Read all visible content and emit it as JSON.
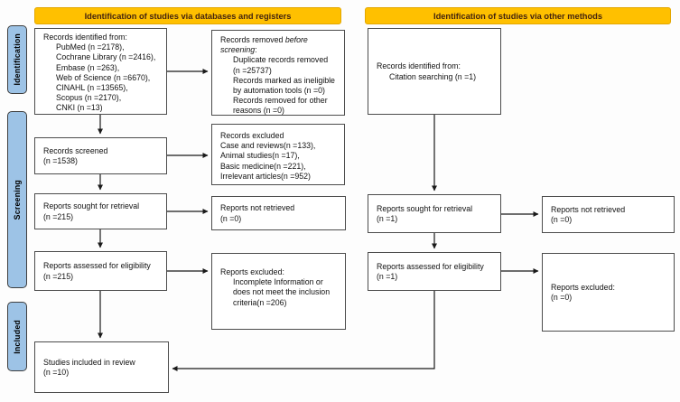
{
  "banners": {
    "left": "Identification of studies via databases and registers",
    "right": "Identification of studies via other methods"
  },
  "sidebar": {
    "stages": [
      {
        "label": "Identification"
      },
      {
        "label": "Screening"
      },
      {
        "label": "Included"
      }
    ]
  },
  "colors": {
    "banner_bg": "#ffc000",
    "banner_border": "#e3a700",
    "banner_text": "#44240e",
    "stage_bg": "#9dc3e6",
    "stage_border": "#3f3f3f",
    "box_border": "#4c4c4c",
    "arrow": "#1a1a1a"
  },
  "boxes": {
    "db_identified": {
      "lines": [
        "Records identified from:",
        {
          "indent": true,
          "t": "PubMed (n =2178),"
        },
        {
          "indent": true,
          "t": "Cochrane Library (n =2416),"
        },
        {
          "indent": true,
          "t": "Embase (n =263),"
        },
        {
          "indent": true,
          "t": "Web of Science (n =6670),"
        },
        {
          "indent": true,
          "t": "CINAHL (n =13565),"
        },
        {
          "indent": true,
          "t": "Scopus (n =2170),"
        },
        {
          "indent": true,
          "t": "CNKI (n =13)"
        }
      ]
    },
    "records_removed": {
      "lines": [
        {
          "segs": [
            {
              "t": "Records removed "
            },
            {
              "t": "before",
              "i": true
            }
          ]
        },
        {
          "segs": [
            {
              "t": "screening",
              "i": true
            },
            {
              "t": ":"
            }
          ]
        },
        {
          "indent": true,
          "t": "Duplicate records removed"
        },
        {
          "indent": true,
          "t": "(n =25737)"
        },
        {
          "indent": true,
          "t": "Records marked as ineligible"
        },
        {
          "indent": true,
          "t": "by automation tools (n =0)"
        },
        {
          "indent": true,
          "t": "Records removed for other"
        },
        {
          "indent": true,
          "t": "reasons (n =0)"
        }
      ]
    },
    "records_screened": {
      "lines": [
        "Records screened",
        "(n =1538)"
      ]
    },
    "records_excluded": {
      "lines": [
        "Records excluded",
        "Case and reviews(n =133),",
        "Animal studies(n =17),",
        "Basic medicine(n =221),",
        "Irrelevant articles(n =952)"
      ]
    },
    "reports_sought_db": {
      "lines": [
        "Reports sought for retrieval",
        "(n =215)"
      ]
    },
    "reports_not_retrieved_db": {
      "lines": [
        "Reports not retrieved",
        "(n =0)"
      ]
    },
    "reports_assessed_db": {
      "lines": [
        "Reports assessed for eligibility",
        "(n =215)"
      ]
    },
    "reports_excluded_db": {
      "lines": [
        "Reports excluded:",
        {
          "indent": true,
          "t": "Incomplete Information or"
        },
        {
          "indent": true,
          "t": "does not meet the inclusion"
        },
        {
          "indent": true,
          "t": "criteria(n =206)"
        }
      ]
    },
    "studies_included": {
      "lines": [
        "Studies included in review",
        "(n =10)"
      ]
    },
    "other_identified": {
      "lines": [
        "Records identified from:",
        {
          "indent": true,
          "t": "Citation searching (n =1)"
        }
      ]
    },
    "reports_sought_other": {
      "lines": [
        "Reports sought for retrieval",
        "(n =1)"
      ]
    },
    "reports_not_retrieved_other": {
      "lines": [
        "Reports not retrieved",
        "(n =0)"
      ]
    },
    "reports_assessed_other": {
      "lines": [
        "Reports assessed for eligibility",
        "(n =1)"
      ]
    },
    "reports_excluded_other": {
      "lines": [
        "Reports excluded:",
        "(n =0)"
      ]
    }
  }
}
